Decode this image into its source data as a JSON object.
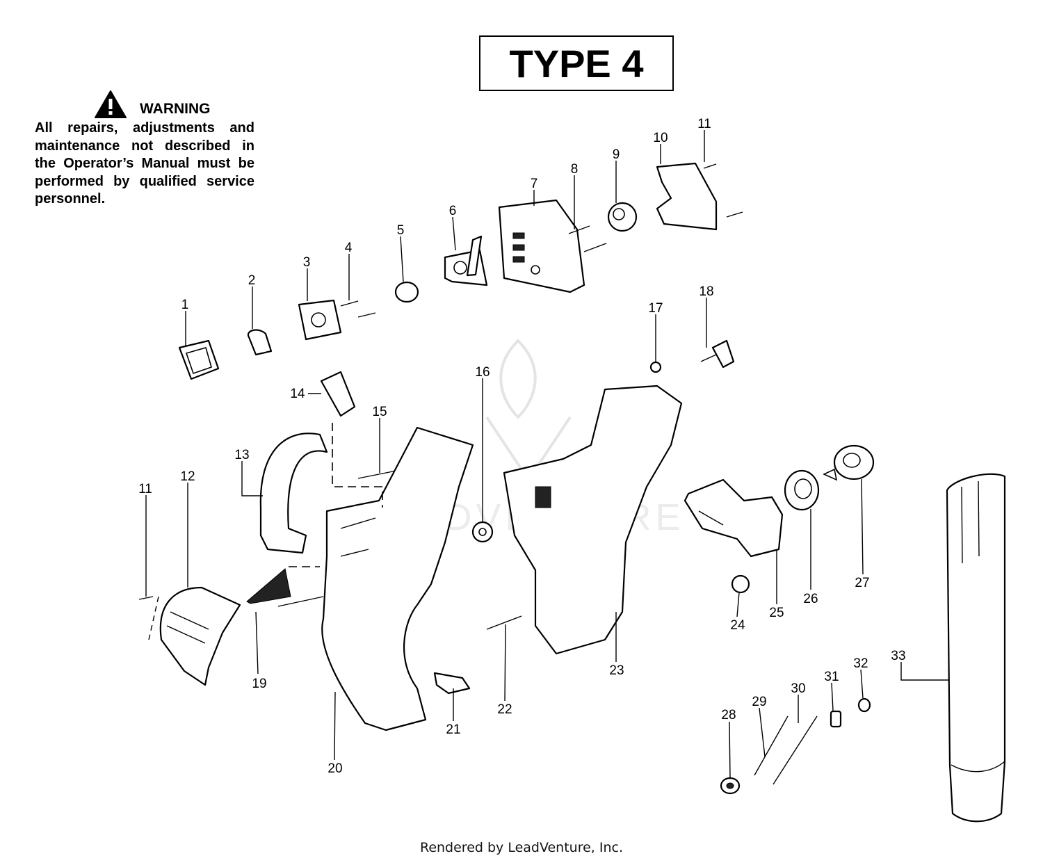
{
  "type_label": "TYPE 4",
  "warning": {
    "title": "WARNING",
    "text": "All repairs, adjustments and maintenance not described in the Operator’s Manual must be performed by qualified service personnel."
  },
  "footer": "Rendered by LeadVenture, Inc.",
  "watermark": "LEADVENTURE",
  "callouts": [
    "1",
    "2",
    "3",
    "4",
    "5",
    "6",
    "7",
    "8",
    "9",
    "10",
    "11",
    "11",
    "12",
    "13",
    "14",
    "15",
    "16",
    "17",
    "18",
    "19",
    "20",
    "21",
    "22",
    "23",
    "24",
    "25",
    "26",
    "27",
    "28",
    "29",
    "30",
    "31",
    "32",
    "33"
  ]
}
